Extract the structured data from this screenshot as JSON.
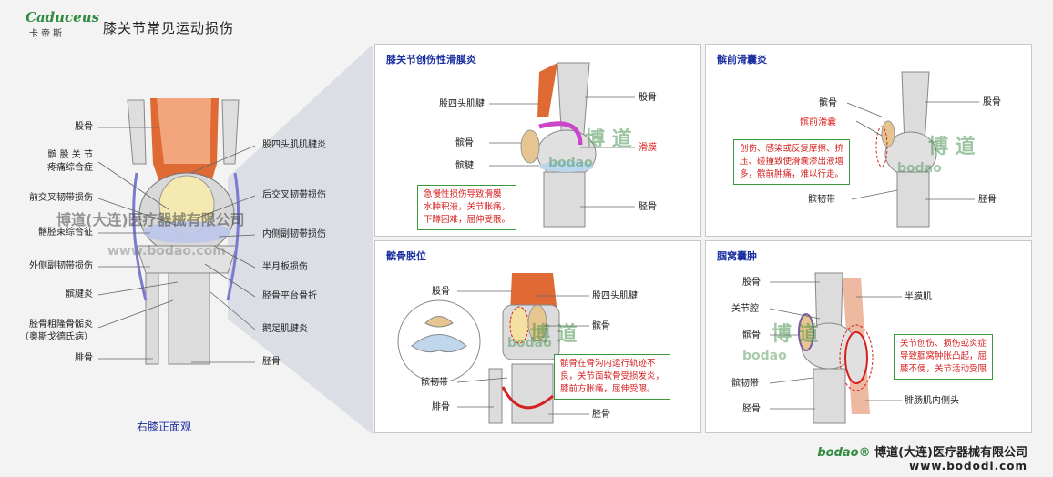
{
  "header": {
    "logo_en": "Caduceus",
    "logo_cn": "卡帝斯",
    "title": "膝关节常见运动损伤"
  },
  "main_figure": {
    "left_labels": [
      "股骨",
      "髌 股 关 节",
      "疼痛综合症",
      "前交叉韧带损伤",
      "髂胫束综合征",
      "外侧副韧带损伤",
      "髌腱炎",
      "胫骨粗隆骨骺炎",
      "（奥斯戈德氏病）",
      "腓骨"
    ],
    "right_labels": [
      "股四头肌肌腱炎",
      "后交叉韧带损伤",
      "内侧副韧带损伤",
      "半月板损伤",
      "胫骨平台骨折",
      "鹅足肌腱炎",
      "胫骨"
    ],
    "caption": "右膝正面观",
    "watermark": "博道(大连)医疗器械有限公司",
    "watermark_url": "www.bodao.com"
  },
  "panels": {
    "synovitis": {
      "title": "膝关节创伤性滑膜炎",
      "labels": [
        "股四头肌腱",
        "髌骨",
        "髌腱",
        "股骨",
        "滑膜",
        "胫骨"
      ],
      "note": [
        "急慢性损伤导致滑膜",
        "水肿积液，关节胀痛，",
        "下蹲困难，屈伸受限。"
      ]
    },
    "bursitis": {
      "title": "髌前滑囊炎",
      "labels": [
        "髌骨",
        "髌前滑囊",
        "髌韧带",
        "股骨",
        "胫骨"
      ],
      "note": [
        "创伤、感染或反复摩擦、挤",
        "压、碰撞致使滑囊渗出液增",
        "多，髌前肿痛，难以行走。"
      ]
    },
    "dislocation": {
      "title": "髌骨脱位",
      "labels": [
        "股骨",
        "股四头肌腱",
        "髌骨",
        "髌韧带",
        "腓骨",
        "胫骨"
      ],
      "note": [
        "髌骨在骨沟内运行轨迹不",
        "良，关节面软骨受损发炎，",
        "膝前方胀痛，屈伸受限。"
      ]
    },
    "cyst": {
      "title": "腘窝囊肿",
      "labels": [
        "股骨",
        "关节腔",
        "髌骨",
        "髌韧带",
        "胫骨",
        "半膜肌",
        "腓肠肌内侧头"
      ],
      "note": [
        "关节创伤、损伤或炎症",
        "导致腘窝肿胀凸起，屈",
        "膝不便，关节活动受限"
      ]
    }
  },
  "watermark_cn": "博 道",
  "watermark_en": "bodao",
  "footer": {
    "brand": "bodao®",
    "company": "博道(大连)医疗器械有限公司",
    "website": "www.bododl.com"
  },
  "colors": {
    "title_blue": "#1b2fa0",
    "note_red": "#d62020",
    "note_border": "#3a9a3a",
    "brand_green": "#2e8a3e",
    "muscle": "#e8703a",
    "bone": "#d6d6d6"
  }
}
